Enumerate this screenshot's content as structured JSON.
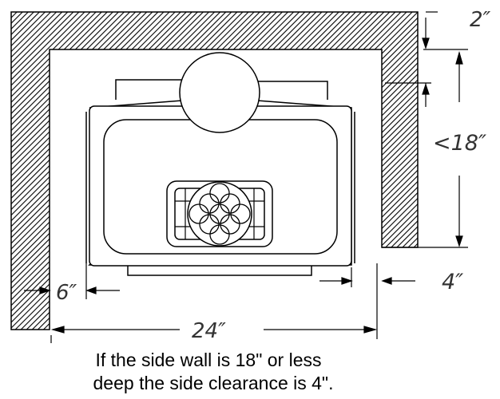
{
  "labels": {
    "top_clearance": "2″",
    "side_depth": "<18″",
    "rear_clearance": "6″",
    "side_clearance": "4″",
    "width": "24″"
  },
  "caption": {
    "line1": "If the side wall is 18\" or less",
    "line2": "deep the side clearance is 4\"."
  }
}
